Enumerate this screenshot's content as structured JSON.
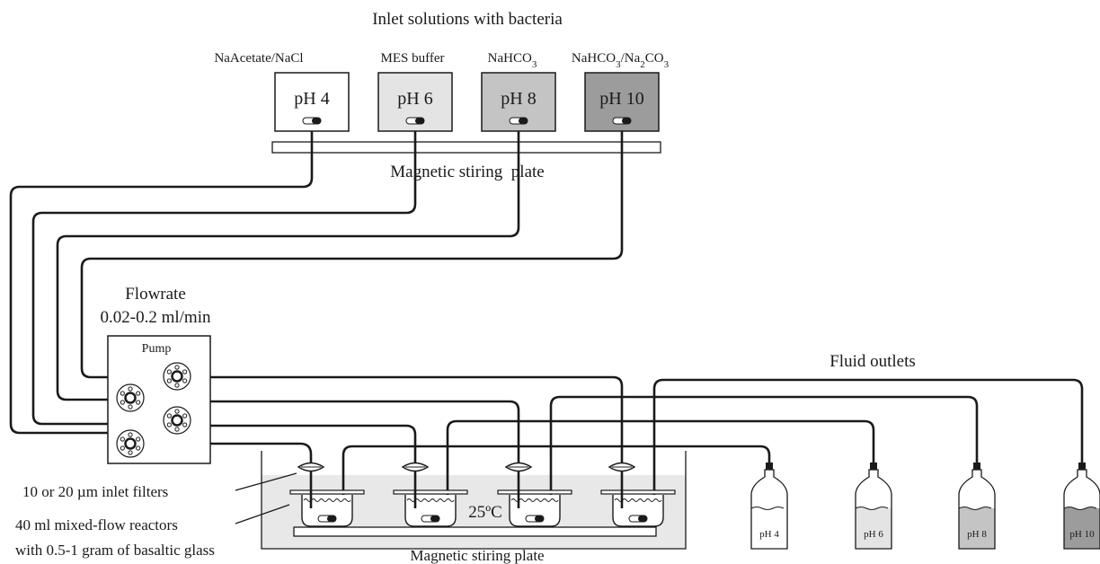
{
  "title": "Inlet solutions with bacteria",
  "solutions": [
    {
      "name": "NaAcetate/NaCl",
      "ph": "pH 4",
      "fill": "#ffffff"
    },
    {
      "name": "MES buffer",
      "ph": "pH 6",
      "fill": "#e4e4e4"
    },
    {
      "name": "NaHCO3",
      "ph": "pH 8",
      "fill": "#c4c4c4"
    },
    {
      "name": "NaHCO3/Na2CO3",
      "ph": "pH 10",
      "fill": "#9c9c9c"
    }
  ],
  "top_plate_label": "Magnetic stiring  plate",
  "flowrate_label": "Flowrate",
  "flowrate_value": "0.02-0.2 ml/min",
  "pump_label": "Pump",
  "outlets_label": "Fluid outlets",
  "filters_label": "10 or 20 µm inlet filters",
  "reactors_label_1": "40 ml mixed-flow reactors",
  "reactors_label_2": "with 0.5-1 gram of basaltic glass",
  "bath_temp": "25ºC",
  "bottom_plate_label": "Magnetic stiring plate",
  "outlet_bottles": [
    {
      "ph": "pH 4",
      "fill": "#ffffff"
    },
    {
      "ph": "pH 6",
      "fill": "#e4e4e4"
    },
    {
      "ph": "pH 8",
      "fill": "#c4c4c4"
    },
    {
      "ph": "pH 10",
      "fill": "#9c9c9c"
    }
  ],
  "bath_color": "#e8e8e8"
}
